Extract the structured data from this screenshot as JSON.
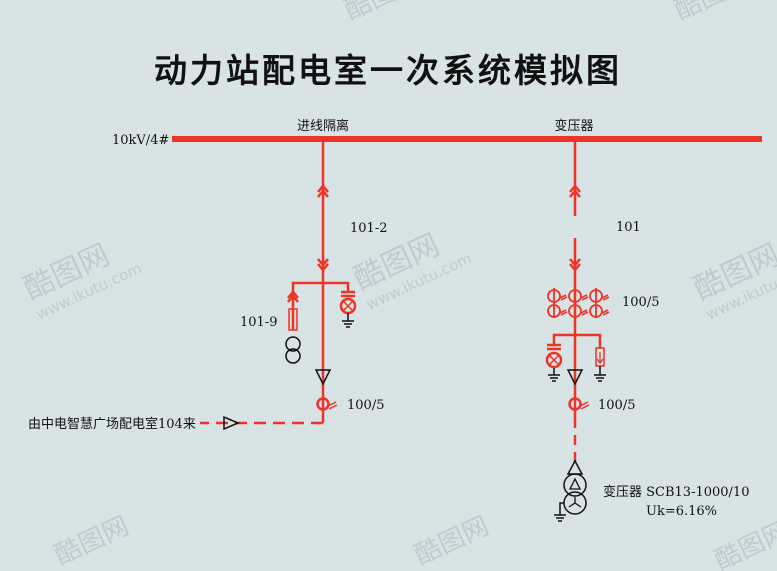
{
  "title": "动力站配电室一次系统模拟图",
  "bus": {
    "label": "10kV/4#",
    "color": "#ee3327"
  },
  "feeders": {
    "incoming": {
      "header": "进线隔离",
      "switch_label": "101-2",
      "pt_label": "101-9",
      "ct_label": "100/5",
      "source_label": "由中电智慧广场配电室104来"
    },
    "transformer": {
      "header": "变压器",
      "switch_label": "101",
      "ct_group_label": "100/5",
      "ct_label": "100/5",
      "transformer_label": "变压器 SCB13-1000/10",
      "impedance_label": "Uk=6.16%"
    }
  },
  "watermark": {
    "brand": "酷图网",
    "url": "www.ikutu.com"
  }
}
